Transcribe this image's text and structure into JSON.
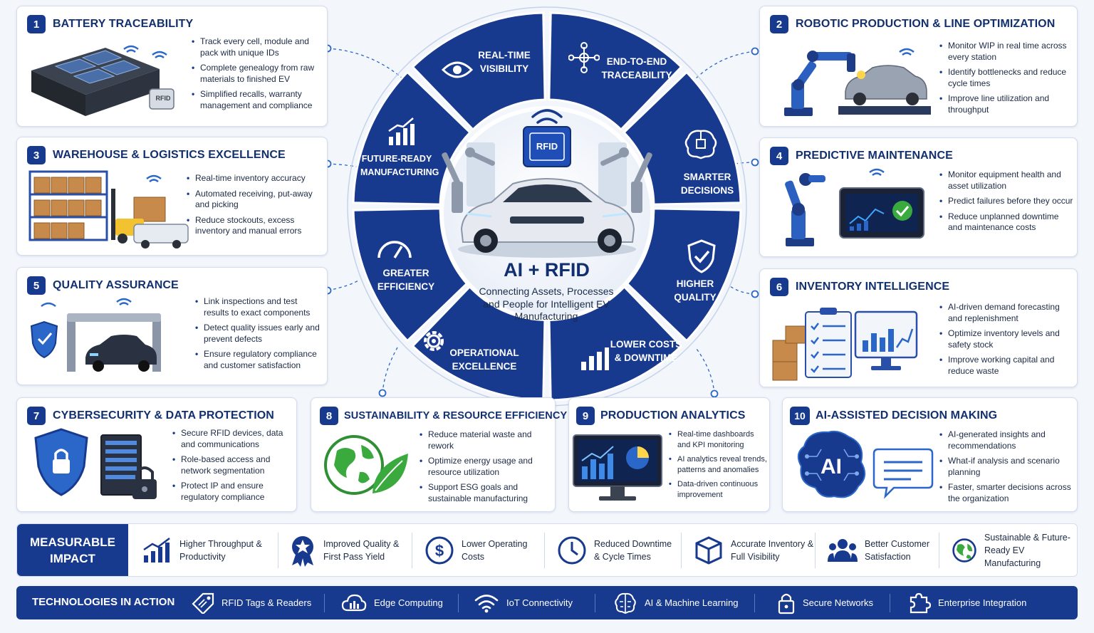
{
  "colors": {
    "navy": "#12306f",
    "blue": "#17398e",
    "accent": "#2a67c9",
    "green": "#3aaa3e"
  },
  "center": {
    "badge": "RFID",
    "title": "AI + RFID",
    "subtitle": "Connecting Assets, Processes and People for Intelligent EV Manufacturing"
  },
  "ring": {
    "realtime": [
      "REAL-TIME",
      "VISIBILITY"
    ],
    "traceability": [
      "END-TO-END",
      "TRACEABILITY"
    ],
    "smarter": [
      "SMARTER",
      "DECISIONS"
    ],
    "quality": [
      "HIGHER",
      "QUALITY"
    ],
    "costs": [
      "LOWER COSTS",
      "& DOWNTIME"
    ],
    "operational": [
      "OPERATIONAL",
      "EXCELLENCE"
    ],
    "efficiency": [
      "GREATER",
      "EFFICIENCY"
    ],
    "future": [
      "FUTURE-READY",
      "MANUFACTURING"
    ]
  },
  "cards": {
    "c1": {
      "num": "1",
      "title": "BATTERY TRACEABILITY",
      "bullets": [
        "Track every cell, module and pack with unique IDs",
        "Complete genealogy from raw materials to finished EV",
        "Simplified recalls, warranty management and compliance"
      ],
      "tag": "RFID"
    },
    "c2": {
      "num": "2",
      "title": "ROBOTIC PRODUCTION & LINE OPTIMIZATION",
      "bullets": [
        "Monitor WIP in real time across every station",
        "Identify bottlenecks and reduce cycle times",
        "Improve line utilization and throughput"
      ]
    },
    "c3": {
      "num": "3",
      "title": "WAREHOUSE & LOGISTICS EXCELLENCE",
      "bullets": [
        "Real-time inventory accuracy",
        "Automated receiving, put-away and picking",
        "Reduce stockouts, excess inventory and manual errors"
      ]
    },
    "c4": {
      "num": "4",
      "title": "PREDICTIVE MAINTENANCE",
      "bullets": [
        "Monitor equipment health and asset utilization",
        "Predict failures before they occur",
        "Reduce unplanned downtime and maintenance costs"
      ]
    },
    "c5": {
      "num": "5",
      "title": "QUALITY ASSURANCE",
      "bullets": [
        "Link inspections and test results to exact components",
        "Detect quality issues early and prevent defects",
        "Ensure regulatory compliance and customer satisfaction"
      ]
    },
    "c6": {
      "num": "6",
      "title": "INVENTORY INTELLIGENCE",
      "bullets": [
        "AI-driven demand forecasting and replenishment",
        "Optimize inventory levels and safety stock",
        "Improve working capital and reduce waste"
      ]
    },
    "c7": {
      "num": "7",
      "title": "CYBERSECURITY & DATA PROTECTION",
      "bullets": [
        "Secure RFID devices, data and communications",
        "Role-based access and network segmentation",
        "Protect IP and ensure regulatory compliance"
      ]
    },
    "c8": {
      "num": "8",
      "title": "SUSTAINABILITY & RESOURCE EFFICIENCY",
      "bullets": [
        "Reduce material waste and rework",
        "Optimize energy usage and resource utilization",
        "Support ESG goals and sustainable manufacturing"
      ]
    },
    "c9": {
      "num": "9",
      "title": "PRODUCTION ANALYTICS",
      "bullets": [
        "Real-time dashboards and KPI monitoring",
        "AI analytics reveal trends, patterns and anomalies",
        "Data-driven continuous improvement"
      ]
    },
    "c10": {
      "num": "10",
      "title": "AI-ASSISTED DECISION MAKING",
      "bullets": [
        "AI-generated insights and recommendations",
        "What-if analysis and scenario planning",
        "Faster, smarter decisions across the organization"
      ],
      "ai": "AI"
    }
  },
  "impact": {
    "head": [
      "MEASURABLE",
      "IMPACT"
    ],
    "items": [
      {
        "label": "Higher Throughput & Productivity",
        "icon": "growth-chart-icon"
      },
      {
        "label": "Improved Quality & First Pass Yield",
        "icon": "award-icon"
      },
      {
        "label": "Lower Operating Costs",
        "icon": "dollar-icon"
      },
      {
        "label": "Reduced Downtime & Cycle Times",
        "icon": "clock-icon"
      },
      {
        "label": "Accurate Inventory & Full Visibility",
        "icon": "box-icon"
      },
      {
        "label": "Better Customer Satisfaction",
        "icon": "people-icon"
      },
      {
        "label": "Sustainable & Future-Ready EV Manufacturing",
        "icon": "globe-icon"
      }
    ]
  },
  "tech": {
    "head": "TECHNOLOGIES IN ACTION",
    "items": [
      {
        "label": "RFID Tags & Readers",
        "icon": "tag-icon"
      },
      {
        "label": "Edge Computing",
        "icon": "cloud-icon"
      },
      {
        "label": "IoT Connectivity",
        "icon": "wifi-icon"
      },
      {
        "label": "AI & Machine Learning",
        "icon": "brain-icon"
      },
      {
        "label": "Secure Networks",
        "icon": "lock-icon"
      },
      {
        "label": "Enterprise Integration",
        "icon": "puzzle-icon"
      }
    ]
  }
}
